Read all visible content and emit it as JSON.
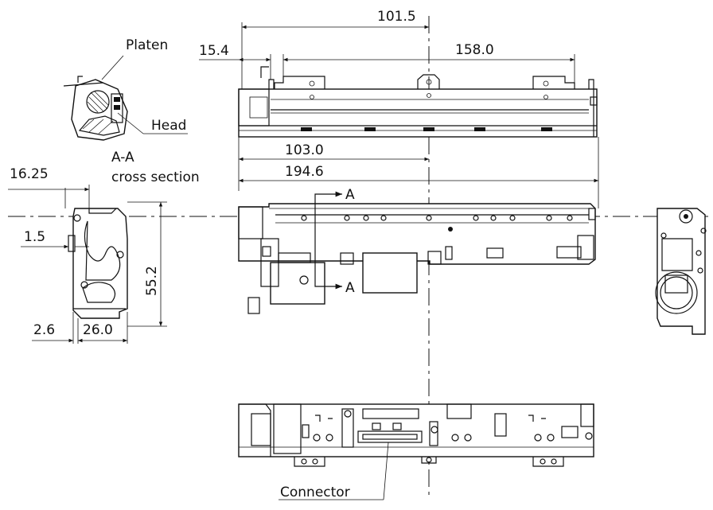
{
  "labels": {
    "platen": "Platen",
    "head": "Head",
    "section_mark_1": "A-A",
    "section_mark_2": "cross section",
    "arrow_a_top": "A",
    "arrow_a_bottom": "A",
    "connector": "Connector"
  },
  "dimensions": {
    "d101_5": "101.5",
    "d15_4": "15.4",
    "d158_0": "158.0",
    "d103_0": "103.0",
    "d194_6": "194.6",
    "d16_25": "16.25",
    "d1_5": "1.5",
    "d55_2": "55.2",
    "d2_6": "2.6",
    "d26_0": "26.0"
  },
  "colors": {
    "line": "#111111",
    "background": "#ffffff"
  }
}
